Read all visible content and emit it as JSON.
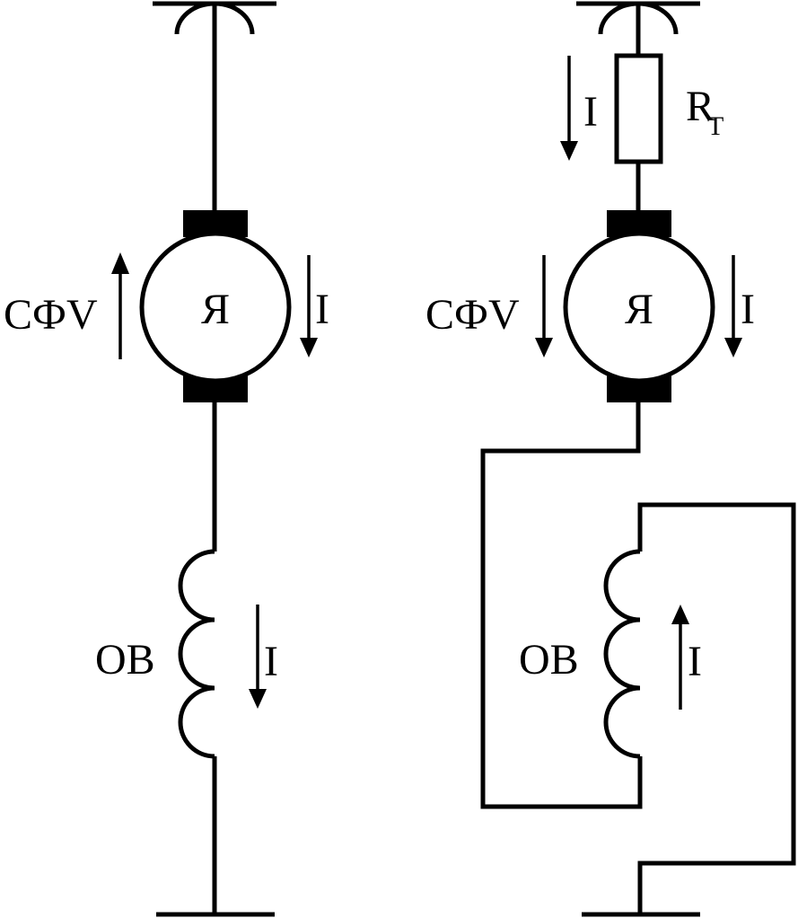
{
  "left_circuit": {
    "armature_label": "Я",
    "emf_label": "СФV",
    "current_label_armature": "I",
    "field_winding_label": "ОВ",
    "current_label_field": "I"
  },
  "right_circuit": {
    "current_label_resistor": "I",
    "resistor_label": "R",
    "resistor_subscript": "T",
    "armature_label": "Я",
    "emf_label": "СФV",
    "current_label_armature": "I",
    "field_winding_label": "ОВ",
    "current_label_field": "I"
  }
}
